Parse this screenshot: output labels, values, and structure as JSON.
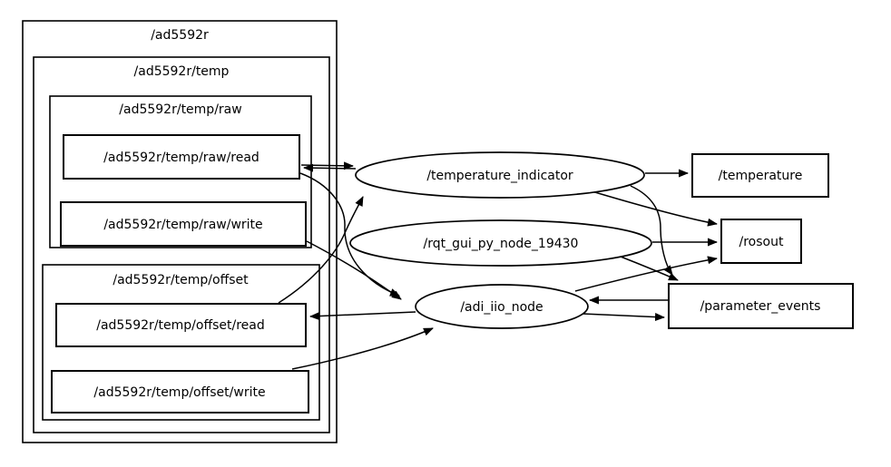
{
  "graph": {
    "background_color": "#ffffff",
    "stroke_color": "#000000",
    "namespaces": [
      {
        "id": "ad5592r",
        "label": "/ad5592r"
      },
      {
        "id": "ad5592r_temp",
        "label": "/ad5592r/temp"
      },
      {
        "id": "ad5592r_temp_raw",
        "label": "/ad5592r/temp/raw"
      },
      {
        "id": "ad5592r_temp_offset",
        "label": "/ad5592r/temp/offset"
      }
    ],
    "services": [
      {
        "id": "raw_read",
        "label": "/ad5592r/temp/raw/read"
      },
      {
        "id": "raw_write",
        "label": "/ad5592r/temp/raw/write"
      },
      {
        "id": "offset_read",
        "label": "/ad5592r/temp/offset/read"
      },
      {
        "id": "offset_write",
        "label": "/ad5592r/temp/offset/write"
      }
    ],
    "nodes": [
      {
        "id": "temperature_indicator",
        "label": "/temperature_indicator"
      },
      {
        "id": "rqt_gui_py_node_19430",
        "label": "/rqt_gui_py_node_19430"
      },
      {
        "id": "adi_iio_node",
        "label": "/adi_iio_node"
      }
    ],
    "topics": [
      {
        "id": "temperature",
        "label": "/temperature"
      },
      {
        "id": "rosout",
        "label": "/rosout"
      },
      {
        "id": "parameter_events",
        "label": "/parameter_events"
      }
    ],
    "edges": [
      {
        "from": "/temperature_indicator",
        "to": "/ad5592r/temp/raw/read"
      },
      {
        "from": "/ad5592r/temp/raw/read",
        "to": "/temperature_indicator"
      },
      {
        "from": "/ad5592r/temp/raw/read",
        "to": "/adi_iio_node"
      },
      {
        "from": "/ad5592r/temp/raw/write",
        "to": "/adi_iio_node"
      },
      {
        "from": "/adi_iio_node",
        "to": "/ad5592r/temp/offset/read"
      },
      {
        "from": "/ad5592r/temp/offset/read",
        "to": "/temperature_indicator"
      },
      {
        "from": "/ad5592r/temp/offset/write",
        "to": "/adi_iio_node"
      },
      {
        "from": "/temperature_indicator",
        "to": "/temperature"
      },
      {
        "from": "/temperature_indicator",
        "to": "/rosout"
      },
      {
        "from": "/temperature_indicator",
        "to": "/parameter_events"
      },
      {
        "from": "/rqt_gui_py_node_19430",
        "to": "/rosout"
      },
      {
        "from": "/rqt_gui_py_node_19430",
        "to": "/parameter_events"
      },
      {
        "from": "/adi_iio_node",
        "to": "/rosout"
      },
      {
        "from": "/parameter_events",
        "to": "/adi_iio_node"
      },
      {
        "from": "/adi_iio_node",
        "to": "/parameter_events"
      }
    ]
  }
}
